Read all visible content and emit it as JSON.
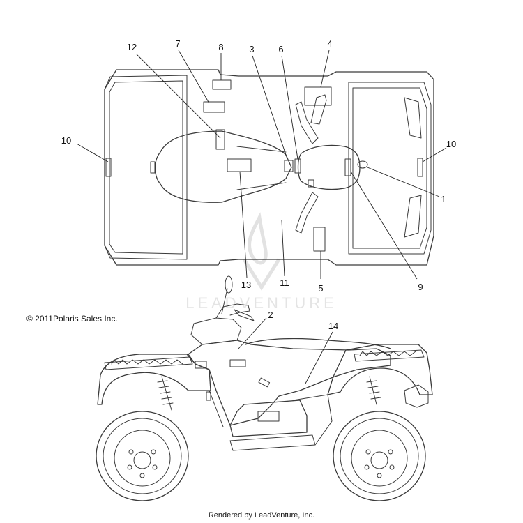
{
  "watermark": {
    "text": "LEADVENTURE"
  },
  "copyright": "© 2011Polaris Sales Inc.",
  "footer": "Rendered by LeadVenture, Inc.",
  "callouts": {
    "c1": "1",
    "c2": "2",
    "c3": "3",
    "c4": "4",
    "c5": "5",
    "c6": "6",
    "c7": "7",
    "c8": "8",
    "c9": "9",
    "c10": "10",
    "c11": "11",
    "c12": "12",
    "c13": "13",
    "c14": "14"
  }
}
